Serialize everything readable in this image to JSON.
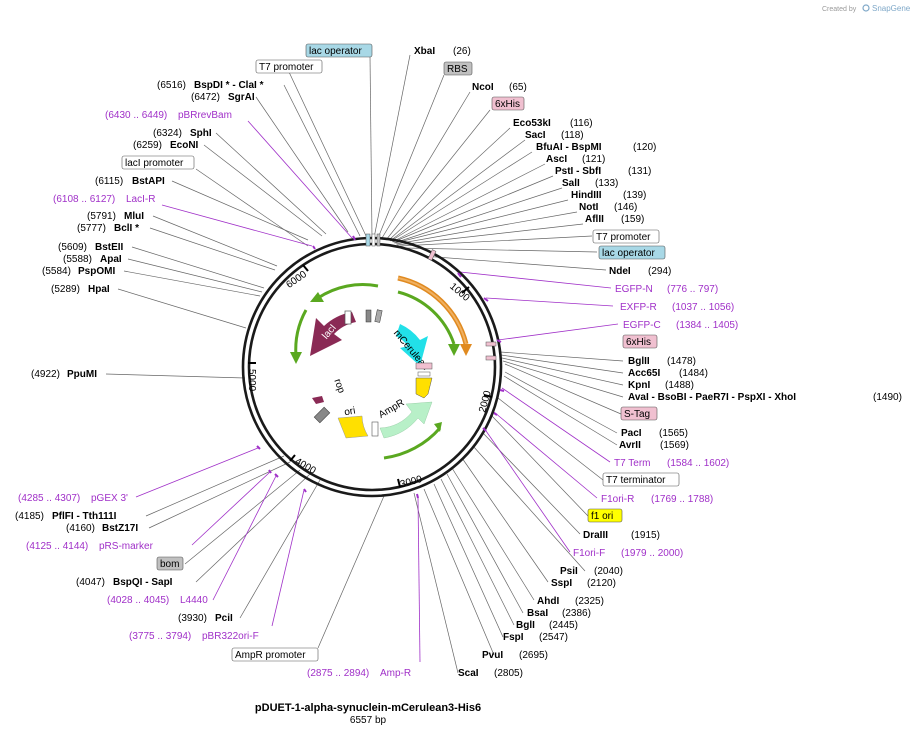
{
  "brand": {
    "created_by": "Created by",
    "name": "SnapGene"
  },
  "plasmid": {
    "name": "pDUET-1-alpha-synuclein-mCerulean3-His6",
    "size_label": "6557 bp"
  },
  "ticks": [
    "1000",
    "2000",
    "3000",
    "4000",
    "5000",
    "6000"
  ],
  "colors": {
    "lacI": "#8a2a55",
    "mCerulean": "#22e0e8",
    "rop": "#8a2a55",
    "ori": "#ffe000",
    "ampR": "#b8f0c8",
    "arrow_green": "#5aa820",
    "arrow_orange": "#e08a20",
    "box_lac": "#a8d8e6",
    "box_rbs": "#c0c0c0",
    "box_his": "#f0c0d0",
    "box_f1": "#ffff00",
    "primer": "#a030c8"
  },
  "inner_labels": {
    "lacI": "lacI",
    "mCerulean": "mCerulean",
    "rop": "rop",
    "ori": "ori",
    "ampR": "AmpR"
  },
  "sites": [
    {
      "name": "XbaI",
      "pos": "(26)"
    },
    {
      "name": "NcoI",
      "pos": "(65)"
    },
    {
      "name": "Eco53kI",
      "pos": "(116)"
    },
    {
      "name": "SacI",
      "pos": "(118)"
    },
    {
      "name": "BfuAI - BspMI",
      "pos": "(120)"
    },
    {
      "name": "AscI",
      "pos": "(121)"
    },
    {
      "name": "PstI - SbfI",
      "pos": "(131)"
    },
    {
      "name": "SalI",
      "pos": "(133)"
    },
    {
      "name": "HindIII",
      "pos": "(139)"
    },
    {
      "name": "NotI",
      "pos": "(146)"
    },
    {
      "name": "AflII",
      "pos": "(159)"
    },
    {
      "name": "NdeI",
      "pos": "(294)"
    },
    {
      "name": "BglII",
      "pos": "(1478)"
    },
    {
      "name": "Acc65I",
      "pos": "(1484)"
    },
    {
      "name": "KpnI",
      "pos": "(1488)"
    },
    {
      "name": "AvaI - BsoBI - PaeR7I - PspXI - XhoI",
      "pos": "(1490)"
    },
    {
      "name": "PacI",
      "pos": "(1565)"
    },
    {
      "name": "AvrII",
      "pos": "(1569)"
    },
    {
      "name": "DraIII",
      "pos": "(1915)"
    },
    {
      "name": "PsiI",
      "pos": "(2040)"
    },
    {
      "name": "SspI",
      "pos": "(2120)"
    },
    {
      "name": "AhdI",
      "pos": "(2325)"
    },
    {
      "name": "BsaI",
      "pos": "(2386)"
    },
    {
      "name": "BglI",
      "pos": "(2445)"
    },
    {
      "name": "FspI",
      "pos": "(2547)"
    },
    {
      "name": "PvuI",
      "pos": "(2695)"
    },
    {
      "name": "ScaI",
      "pos": "(2805)"
    },
    {
      "name": "PciI",
      "pos": "(3930)"
    },
    {
      "name": "BspQI - SapI",
      "pos": "(4047)"
    },
    {
      "name": "BstZ17I",
      "pos": "(4160)"
    },
    {
      "name": "PflFI - Tth111I",
      "pos": "(4185)"
    },
    {
      "name": "PpuMI",
      "pos": "(4922)"
    },
    {
      "name": "HpaI",
      "pos": "(5289)"
    },
    {
      "name": "PspOMI",
      "pos": "(5584)"
    },
    {
      "name": "ApaI",
      "pos": "(5588)"
    },
    {
      "name": "BstEII",
      "pos": "(5609)"
    },
    {
      "name": "BclI *",
      "pos": "(5777)"
    },
    {
      "name": "MluI",
      "pos": "(5791)"
    },
    {
      "name": "BstAPI",
      "pos": "(6115)"
    },
    {
      "name": "EcoNI",
      "pos": "(6259)"
    },
    {
      "name": "SphI",
      "pos": "(6324)"
    },
    {
      "name": "SgrAI",
      "pos": "(6472)"
    },
    {
      "name": "BspDI * - ClaI *",
      "pos": "(6516)"
    }
  ],
  "primers": [
    {
      "name": "EGFP-N",
      "range": "(776 .. 797)"
    },
    {
      "name": "EXFP-R",
      "range": "(1037 .. 1056)"
    },
    {
      "name": "EGFP-C",
      "range": "(1384 .. 1405)"
    },
    {
      "name": "T7 Term",
      "range": "(1584 .. 1602)"
    },
    {
      "name": "F1ori-R",
      "range": "(1769 .. 1788)"
    },
    {
      "name": "F1ori-F",
      "range": "(1979 .. 2000)"
    },
    {
      "name": "Amp-R",
      "range": "(2875 .. 2894)"
    },
    {
      "name": "pBR322ori-F",
      "range": "(3775 .. 3794)"
    },
    {
      "name": "L4440",
      "range": "(4028 .. 4045)"
    },
    {
      "name": "pRS-marker",
      "range": "(4125 .. 4144)"
    },
    {
      "name": "pGEX 3'",
      "range": "(4285 .. 4307)"
    },
    {
      "name": "LacI-R",
      "range": "(6108 .. 6127)"
    },
    {
      "name": "pBRrevBam",
      "range": "(6430 .. 6449)"
    }
  ],
  "features": [
    {
      "name": "lac operator"
    },
    {
      "name": "T7 promoter"
    },
    {
      "name": "RBS"
    },
    {
      "name": "6xHis"
    },
    {
      "name": "lacI promoter"
    },
    {
      "name": "T7 promoter"
    },
    {
      "name": "lac operator"
    },
    {
      "name": "6xHis"
    },
    {
      "name": "S-Tag"
    },
    {
      "name": "T7 terminator"
    },
    {
      "name": "f1 ori"
    },
    {
      "name": "bom"
    },
    {
      "name": "AmpR promoter"
    }
  ]
}
